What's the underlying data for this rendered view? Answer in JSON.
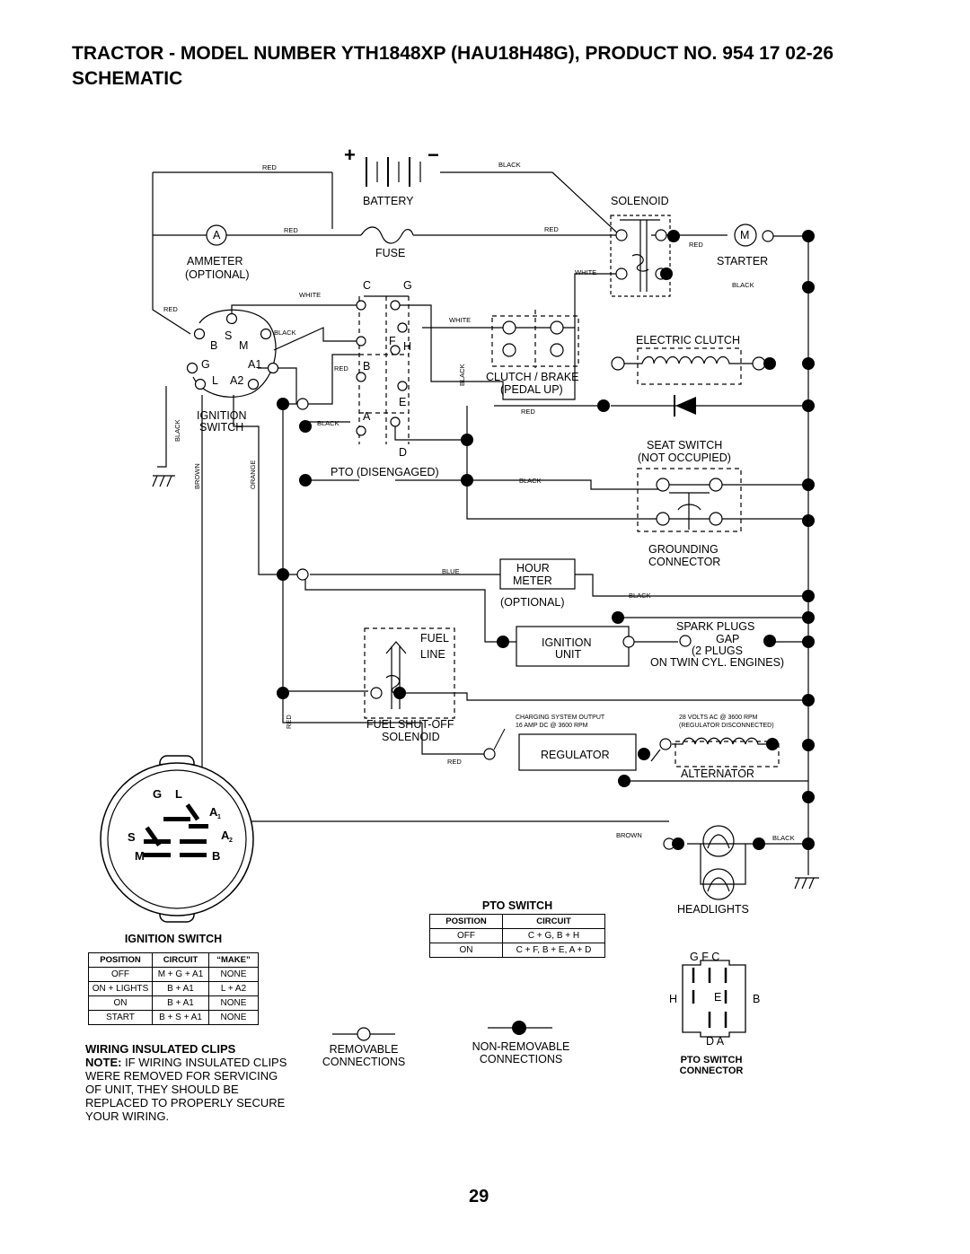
{
  "header": {
    "title_line1": "TRACTOR - MODEL NUMBER YTH1848XP (HAU18H48G), PRODUCT NO. 954 17 02-26",
    "title_line2": "SCHEMATIC"
  },
  "components": {
    "battery": "BATTERY",
    "solenoid": "SOLENOID",
    "ammeter": "AMMETER",
    "ammeter_optional": "(OPTIONAL)",
    "ammeter_symbol": "A",
    "fuse": "FUSE",
    "starter": "STARTER",
    "starter_symbol": "M",
    "electric_clutch": "ELECTRIC CLUTCH",
    "clutch_brake": "CLUTCH / BRAKE",
    "pedal_up": "(PEDAL UP)",
    "ignition_switch": "IGNITION",
    "ignition_switch2": "SWITCH",
    "seat_switch": "SEAT SWITCH",
    "not_occupied": "(NOT OCCUPIED)",
    "pto_disengaged": "PTO (DISENGAGED)",
    "grounding": "GROUNDING",
    "connector": "CONNECTOR",
    "hour": "HOUR",
    "meter": "METER",
    "hour_optional": "(OPTIONAL)",
    "spark_plugs": "SPARK PLUGS",
    "gap": "GAP",
    "two_plugs": "(2 PLUGS",
    "twin_cyl": "ON TWIN CYL. ENGINES)",
    "fuel": "FUEL",
    "line": "LINE",
    "ignition": "IGNITION",
    "unit": "UNIT",
    "fuel_shutoff": "FUEL SHUT-OFF",
    "fuel_solenoid": "SOLENOID",
    "charging_output": "CHARGING SYSTEM OUTPUT",
    "charging_output2": "16 AMP DC @ 3600 RPM",
    "volts_ac": "28 VOLTS AC @ 3600 RPM",
    "reg_disconnected": "(REGULATOR DISCONNECTED)",
    "regulator": "REGULATOR",
    "alternator": "ALTERNATOR",
    "headlights": "HEADLIGHTS"
  },
  "wires": {
    "red": "RED",
    "black": "BLACK",
    "white": "WHITE",
    "blue": "BLUE",
    "brown": "BROWN",
    "orange": "ORANGE"
  },
  "terminals": {
    "S": "S",
    "B": "B",
    "M": "M",
    "G": "G",
    "A1": "A1",
    "L": "L",
    "A2": "A2",
    "C": "C",
    "F": "F",
    "H": "H",
    "E": "E",
    "A": "A",
    "D": "D",
    "plus": "+",
    "minus": "−",
    "A1_sub": "1",
    "A2_sub": "2"
  },
  "pto_switch_table": {
    "title": "PTO SWITCH",
    "headers": [
      "POSITION",
      "CIRCUIT"
    ],
    "rows": [
      [
        "OFF",
        "C + G, B + H"
      ],
      [
        "ON",
        "C + F, B + E, A + D"
      ]
    ]
  },
  "ignition_switch_table": {
    "title": "IGNITION SWITCH",
    "headers": [
      "POSITION",
      "CIRCUIT",
      "“MAKE”"
    ],
    "rows": [
      [
        "OFF",
        "M + G + A1",
        "NONE"
      ],
      [
        "ON + LIGHTS",
        "B + A1",
        "L + A2"
      ],
      [
        "ON",
        "B + A1",
        "NONE"
      ],
      [
        "START",
        "B + S + A1",
        "NONE"
      ]
    ]
  },
  "notes": {
    "clips_title": "WIRING INSULATED CLIPS",
    "note_label": "NOTE:",
    "note_text": " IF WIRING INSULATED CLIPS WERE REMOVED FOR SERVICING OF UNIT, THEY SHOULD BE REPLACED TO PROPERLY SECURE YOUR WIRING."
  },
  "legend": {
    "removable": "REMOVABLE",
    "removable2": "CONNECTIONS",
    "non_removable": "NON-REMOVABLE",
    "non_removable2": "CONNECTIONS",
    "pto_connector": "PTO SWITCH",
    "pto_connector2": "CONNECTOR",
    "pto_letters_top": "G  F  C",
    "pto_letters_bottom": "D  A",
    "pto_H": "H",
    "pto_E": "E",
    "pto_B": "B"
  },
  "page_number": "29"
}
